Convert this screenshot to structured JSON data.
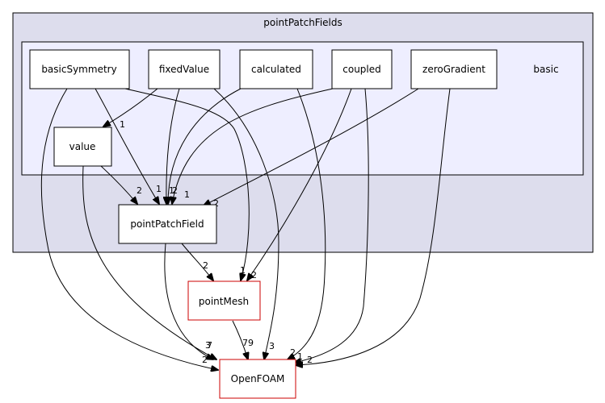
{
  "clusters": {
    "outer": {
      "label": "pointPatchFields",
      "fill": "#dddded",
      "stroke": "#000000"
    },
    "inner": {
      "label": "basic",
      "fill": "#eeeeff",
      "stroke": "#000000"
    }
  },
  "nodes": {
    "basicSymmetry": "basicSymmetry",
    "fixedValue": "fixedValue",
    "calculated": "calculated",
    "coupled": "coupled",
    "zeroGradient": "zeroGradient",
    "value": "value",
    "pointPatchField": "pointPatchField",
    "pointMesh": "pointMesh",
    "OpenFOAM": "OpenFOAM"
  },
  "colors": {
    "node_border": "#000000",
    "external_border": "#cc0000"
  },
  "edge_labels": {
    "fixedValue_value": "1",
    "basicSymmetry_ppf": "1",
    "fixedValue_ppf": "1",
    "calculated_ppf": "2",
    "coupled_ppf": "1",
    "zeroGradient_ppf": "2",
    "value_ppf": "2",
    "ppf_pointMesh": "2",
    "basicSymmetry_pointMesh": "1",
    "coupled_pointMesh": "2",
    "pointMesh_OpenFOAM": "79",
    "value_OpenFOAM": "7",
    "basicSymmetry_OpenFOAM": "2",
    "ppf_OpenFOAM": "3",
    "fixedValue_OpenFOAM": "3",
    "calculated_OpenFOAM": "2",
    "coupled_OpenFOAM": "1",
    "zeroGradient_OpenFOAM": "2"
  }
}
